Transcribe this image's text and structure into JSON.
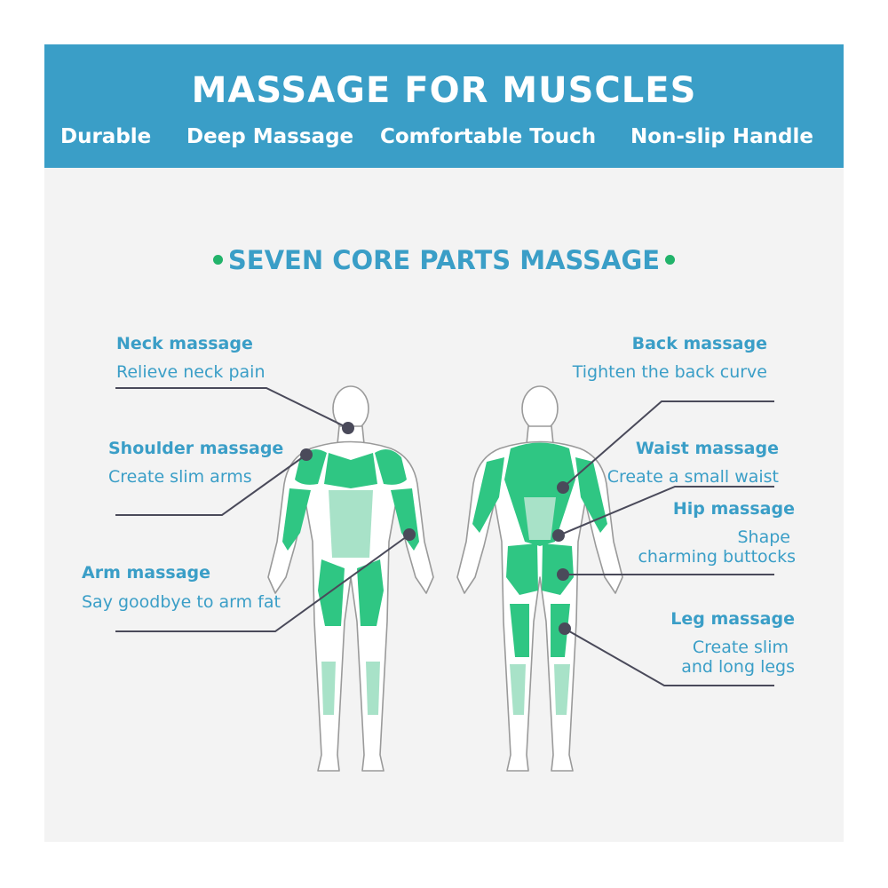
{
  "header": {
    "title": "MASSAGE FOR MUSCLES",
    "features": [
      "Durable",
      "Deep Massage",
      "Comfortable Touch",
      "Non-slip Handle"
    ]
  },
  "section": {
    "title": "SEVEN CORE PARTS MASSAGE"
  },
  "callouts": {
    "neck": {
      "title": "Neck massage",
      "desc": "Relieve neck pain"
    },
    "shoulder": {
      "title": "Shoulder massage",
      "desc": "Create slim arms"
    },
    "arm": {
      "title": "Arm massage",
      "desc": "Say goodbye to arm fat"
    },
    "back": {
      "title": "Back massage",
      "desc": "Tighten the back curve"
    },
    "waist": {
      "title": "Waist massage",
      "desc": "Create a small waist"
    },
    "hip": {
      "title": "Hip massage",
      "desc1": "Shape",
      "desc2": "charming buttocks"
    },
    "leg": {
      "title": "Leg massage",
      "desc1": "Create slim",
      "desc2": "and long legs"
    }
  },
  "colors": {
    "brand_blue": "#3a9ec7",
    "muscle_green": "#2fc683",
    "muscle_light": "#a8e2c8",
    "panel_bg": "#f3f3f3",
    "marker": "#4a4a5a",
    "bullet_green": "#22b36a"
  },
  "icons": [
    "front-body-figure-icon",
    "back-body-figure-icon"
  ]
}
